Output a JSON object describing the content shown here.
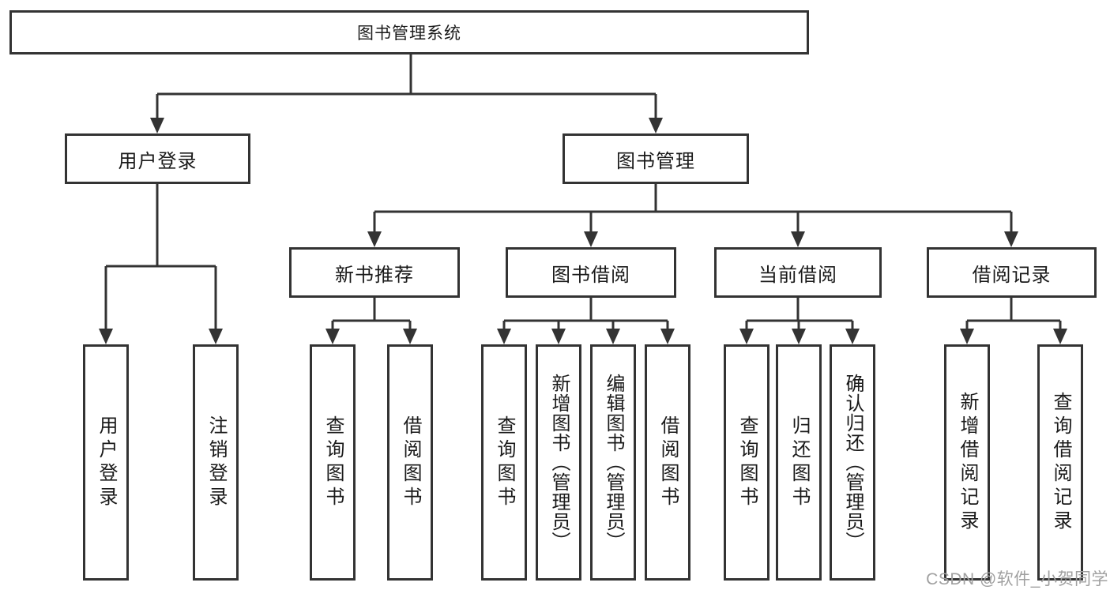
{
  "tree": {
    "label": "图书管理系统",
    "children": [
      {
        "label": "用户登录",
        "children": [
          {
            "label": "用户登录"
          },
          {
            "label": "注销登录"
          }
        ]
      },
      {
        "label": "图书管理",
        "children": [
          {
            "label": "新书推荐",
            "children": [
              {
                "label": "查询图书"
              },
              {
                "label": "借阅图书"
              }
            ]
          },
          {
            "label": "图书借阅",
            "children": [
              {
                "label": "查询图书"
              },
              {
                "label": "新增图书（管理员）"
              },
              {
                "label": "编辑图书（管理员）"
              },
              {
                "label": "借阅图书"
              }
            ]
          },
          {
            "label": "当前借阅",
            "children": [
              {
                "label": "查询图书"
              },
              {
                "label": "归还图书"
              },
              {
                "label": "确认归还（管理员）"
              }
            ]
          },
          {
            "label": "借阅记录",
            "children": [
              {
                "label": "新增借阅记录"
              },
              {
                "label": "查询借阅记录"
              }
            ]
          }
        ]
      }
    ]
  },
  "watermark": "CSDN @软件_小贺同学",
  "colors": {
    "line": "#333333",
    "box_fill": "#ffffff",
    "text": "#1a1a1a",
    "watermark": "#a0a0a0",
    "background": "#ffffff"
  }
}
